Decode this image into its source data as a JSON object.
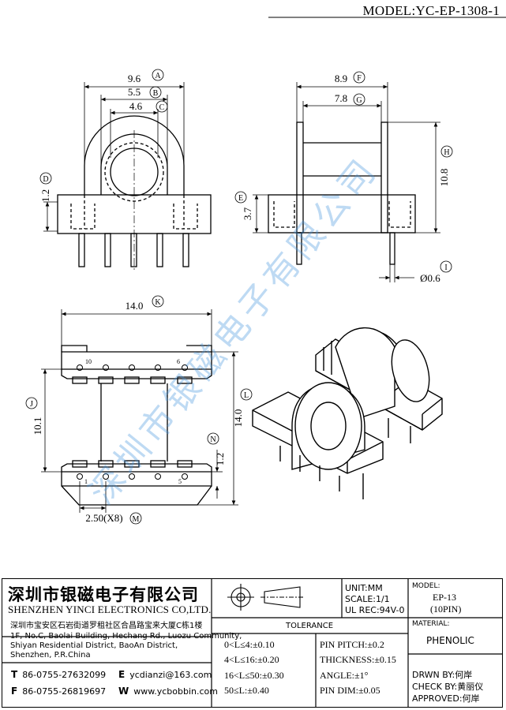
{
  "model_title": "MODEL:YC-EP-1308-1",
  "watermark": "深圳市银磁电子有限公司",
  "dimensions": {
    "front_width": "9.6",
    "front_width_tag": "A",
    "front_mid": "5.5",
    "front_mid_tag": "B",
    "front_hole": "4.6",
    "front_hole_tag": "C",
    "front_height": "1.2",
    "front_height_tag": "D",
    "side_width": "8.9",
    "side_width_tag": "F",
    "side_inner": "7.8",
    "side_inner_tag": "G",
    "side_height": "10.8",
    "side_height_tag": "H",
    "side_base": "3.7",
    "side_base_tag": "E",
    "pin_dia": "Ø0.6",
    "pin_dia_tag": "I",
    "top_width": "14.0",
    "top_width_tag": "K",
    "top_depth": "10.1",
    "top_depth_tag": "J",
    "top_length": "14.0",
    "top_length_tag": "L",
    "top_offset": "1.2",
    "top_offset_tag": "N",
    "pitch": "2.50(X8)",
    "pitch_tag": "M",
    "pin_10": "10",
    "pin_6": "6",
    "pin_1": "1",
    "pin_5": "5"
  },
  "title_block": {
    "company_cn": "深圳市银磁电子有限公司",
    "company_en": "SHENZHEN YINCI ELECTRONICS CO,LTD.",
    "address_cn": "深圳市宝安区石岩街道罗租社区合昌路宝来大厦C栋1楼",
    "address_en_1": "1F, No.C, Baolai Building, Hechang Rd., Luozu Community,",
    "address_en_2": "Shiyan Residential District, BaoAn District,",
    "address_en_3": "Shenzhen, P.R.China",
    "tel_label": "T",
    "tel": "86-0755-27632099",
    "fax_label": "F",
    "fax": "86-0755-26819697",
    "email_label": "E",
    "email": "ycdianzi@163.com",
    "web_label": "W",
    "web": "www.ycbobbin.com",
    "unit": "UNIT:MM",
    "scale": "SCALE:1/1",
    "ul": "UL REC:94V-0",
    "model_label": "MODEL:",
    "model_value": "EP-13",
    "model_pins": "(10PIN)",
    "material_label": "MATERIAL:",
    "material_value": "PHENOLIC",
    "tolerance_label": "TOLERANCE",
    "tol_1": "0<L≤4:±0.10",
    "tol_2": "4<L≤16:±0.20",
    "tol_3": "16<L≤50:±0.30",
    "tol_4": "50≤L:±0.40",
    "pin_pitch": "PIN PITCH:±0.2",
    "thickness": "THICKNESS:±0.15",
    "angle": "ANGLE:±1°",
    "pin_dim": "PIN DIM:±0.05",
    "drawn": "DRWN BY:何岸",
    "check": "CHECK BY:黄丽仪",
    "approved": "APPROVED:何岸"
  }
}
